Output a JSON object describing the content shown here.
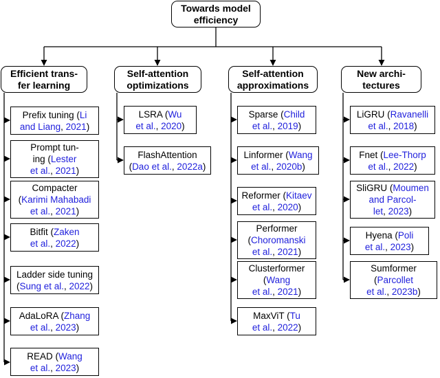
{
  "root": {
    "lines": [
      "Towards model",
      "efficiency"
    ]
  },
  "columns": [
    {
      "header": [
        "Efficient trans-",
        "fer learning"
      ],
      "items": [
        {
          "lines": [
            {
              "t": "Prefix tuning (",
              "c": "Li"
            },
            {
              "c": "and Liang",
              "t2": ", ",
              "c2": "2021",
              "t3": ")"
            }
          ]
        },
        {
          "lines": [
            {
              "t": "Prompt tun-"
            },
            {
              "t": "ing (",
              "c": "Lester"
            },
            {
              "c": "et al.",
              "t2": ", ",
              "c2": "2021",
              "t3": ")"
            }
          ]
        },
        {
          "lines": [
            {
              "t": "Compacter"
            },
            {
              "t": "(",
              "c": "Karimi Mahabadi"
            },
            {
              "c": "et al.",
              "t2": ", ",
              "c2": "2021",
              "t3": ")"
            }
          ]
        },
        {
          "lines": [
            {
              "t": "Bitfit (",
              "c": "Zaken"
            },
            {
              "c": "et al.",
              "t2": ", ",
              "c2": "2022",
              "t3": ")"
            }
          ]
        },
        {
          "lines": [
            {
              "t": "Ladder side tuning"
            },
            {
              "t": "(",
              "c": "Sung et al.",
              "t2": ", ",
              "c2": "2022",
              "t3": ")"
            }
          ]
        },
        {
          "lines": [
            {
              "t": "AdaLoRA (",
              "c": "Zhang"
            },
            {
              "c": "et al.",
              "t2": ", ",
              "c2": "2023",
              "t3": ")"
            }
          ]
        },
        {
          "lines": [
            {
              "t": "READ (",
              "c": "Wang"
            },
            {
              "c": "et al.",
              "t2": ", ",
              "c2": "2023",
              "t3": ")"
            }
          ]
        }
      ]
    },
    {
      "header": [
        "Self-attention",
        "optimizations"
      ],
      "items": [
        {
          "lines": [
            {
              "t": "LSRA (",
              "c": "Wu"
            },
            {
              "c": "et al.",
              "t2": ", ",
              "c2": "2020",
              "t3": ")"
            }
          ]
        },
        {
          "lines": [
            {
              "t": "FlashAttention"
            },
            {
              "t": "(",
              "c": "Dao et al.",
              "t2": ", ",
              "c2": "2022a",
              "t3": ")"
            }
          ]
        }
      ]
    },
    {
      "header": [
        "Self-attention",
        "approximations"
      ],
      "items": [
        {
          "lines": [
            {
              "t": "Sparse (",
              "c": "Child"
            },
            {
              "c": "et al.",
              "t2": ", ",
              "c2": "2019",
              "t3": ")"
            }
          ]
        },
        {
          "lines": [
            {
              "t": "Linformer (",
              "c": "Wang"
            },
            {
              "c": "et al.",
              "t2": ", ",
              "c2": "2020b",
              "t3": ")"
            }
          ]
        },
        {
          "lines": [
            {
              "t": "Reformer (",
              "c": "Kitaev"
            },
            {
              "c": "et al.",
              "t2": ", ",
              "c2": "2020",
              "t3": ")"
            }
          ]
        },
        {
          "lines": [
            {
              "t": "Performer"
            },
            {
              "t": "(",
              "c": "Choromanski"
            },
            {
              "c": "et al.",
              "t2": ", ",
              "c2": "2021",
              "t3": ")"
            }
          ]
        },
        {
          "lines": [
            {
              "t": "Clusterformer"
            },
            {
              "t": "(",
              "c": "Wang"
            },
            {
              "c": "et al.",
              "t2": ", ",
              "c2": "2021",
              "t3": ")"
            }
          ]
        },
        {
          "lines": [
            {
              "t": "MaxViT (",
              "c": "Tu"
            },
            {
              "c": "et al.",
              "t2": ", ",
              "c2": "2022",
              "t3": ")"
            }
          ]
        }
      ]
    },
    {
      "header": [
        "New archi-",
        "tectures"
      ],
      "items": [
        {
          "lines": [
            {
              "t": "LiGRU (",
              "c": "Ravanelli"
            },
            {
              "c": "et al.",
              "t2": ", ",
              "c2": "2018",
              "t3": ")"
            }
          ]
        },
        {
          "lines": [
            {
              "t": "Fnet (",
              "c": "Lee-Thorp"
            },
            {
              "c": "et al.",
              "t2": ", ",
              "c2": "2022",
              "t3": ")"
            }
          ]
        },
        {
          "lines": [
            {
              "t": "SliGRU (",
              "c": "Moumen"
            },
            {
              "c": "and Parcol-"
            },
            {
              "c": "let",
              "t2": ", ",
              "c2": "2023",
              "t3": ")"
            }
          ]
        },
        {
          "lines": [
            {
              "t": "Hyena (",
              "c": "Poli"
            },
            {
              "c": "et al.",
              "t2": ", ",
              "c2": "2023",
              "t3": ")"
            }
          ]
        },
        {
          "lines": [
            {
              "t": "Sumformer"
            },
            {
              "t": "(",
              "c": "Parcollet"
            },
            {
              "c": "et al.",
              "t2": ", ",
              "c2": "2023b",
              "t3": ")"
            }
          ]
        }
      ]
    }
  ],
  "colors": {
    "citation": "#1f1fdc",
    "stroke": "#000000",
    "background": "#ffffff"
  }
}
